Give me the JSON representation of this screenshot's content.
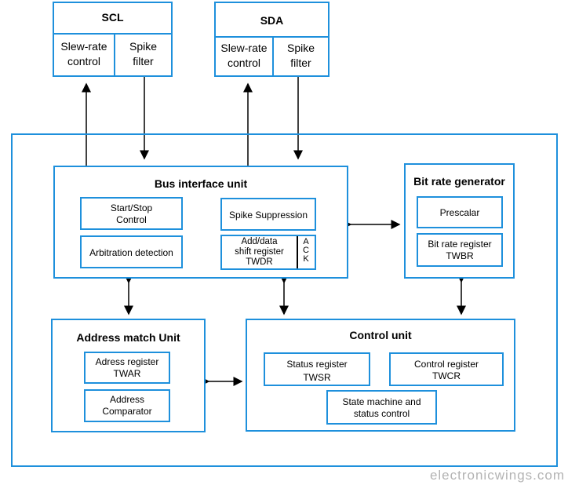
{
  "pins": {
    "scl": {
      "title": "SCL",
      "slew": [
        "Slew-rate",
        "control"
      ],
      "spike": [
        "Spike",
        "filter"
      ]
    },
    "sda": {
      "title": "SDA",
      "slew": [
        "Slew-rate",
        "control"
      ],
      "spike": [
        "Spike",
        "filter"
      ]
    }
  },
  "bus_interface": {
    "title": "Bus interface unit",
    "start_stop": [
      "Start/Stop",
      "Control"
    ],
    "arbitration": "Arbitration detection",
    "spike_suppression": "Spike Suppression",
    "shift_register": [
      "Add/data",
      "shift register",
      "TWDR"
    ],
    "ack": [
      "A",
      "C",
      "K"
    ]
  },
  "bit_rate": {
    "title": "Bit rate generator",
    "prescalar": "Prescalar",
    "register": [
      "Bit rate register",
      "TWBR"
    ]
  },
  "address_match": {
    "title": "Address match Unit",
    "register": [
      "Adress register",
      "TWAR"
    ],
    "comparator": [
      "Address",
      "Comparator"
    ]
  },
  "control_unit": {
    "title": "Control unit",
    "status": [
      "Status register",
      "TWSR"
    ],
    "control": [
      "Control register",
      "TWCR"
    ],
    "state_machine": [
      "State machine and",
      "status control"
    ]
  },
  "watermark": "electronicwings.com"
}
